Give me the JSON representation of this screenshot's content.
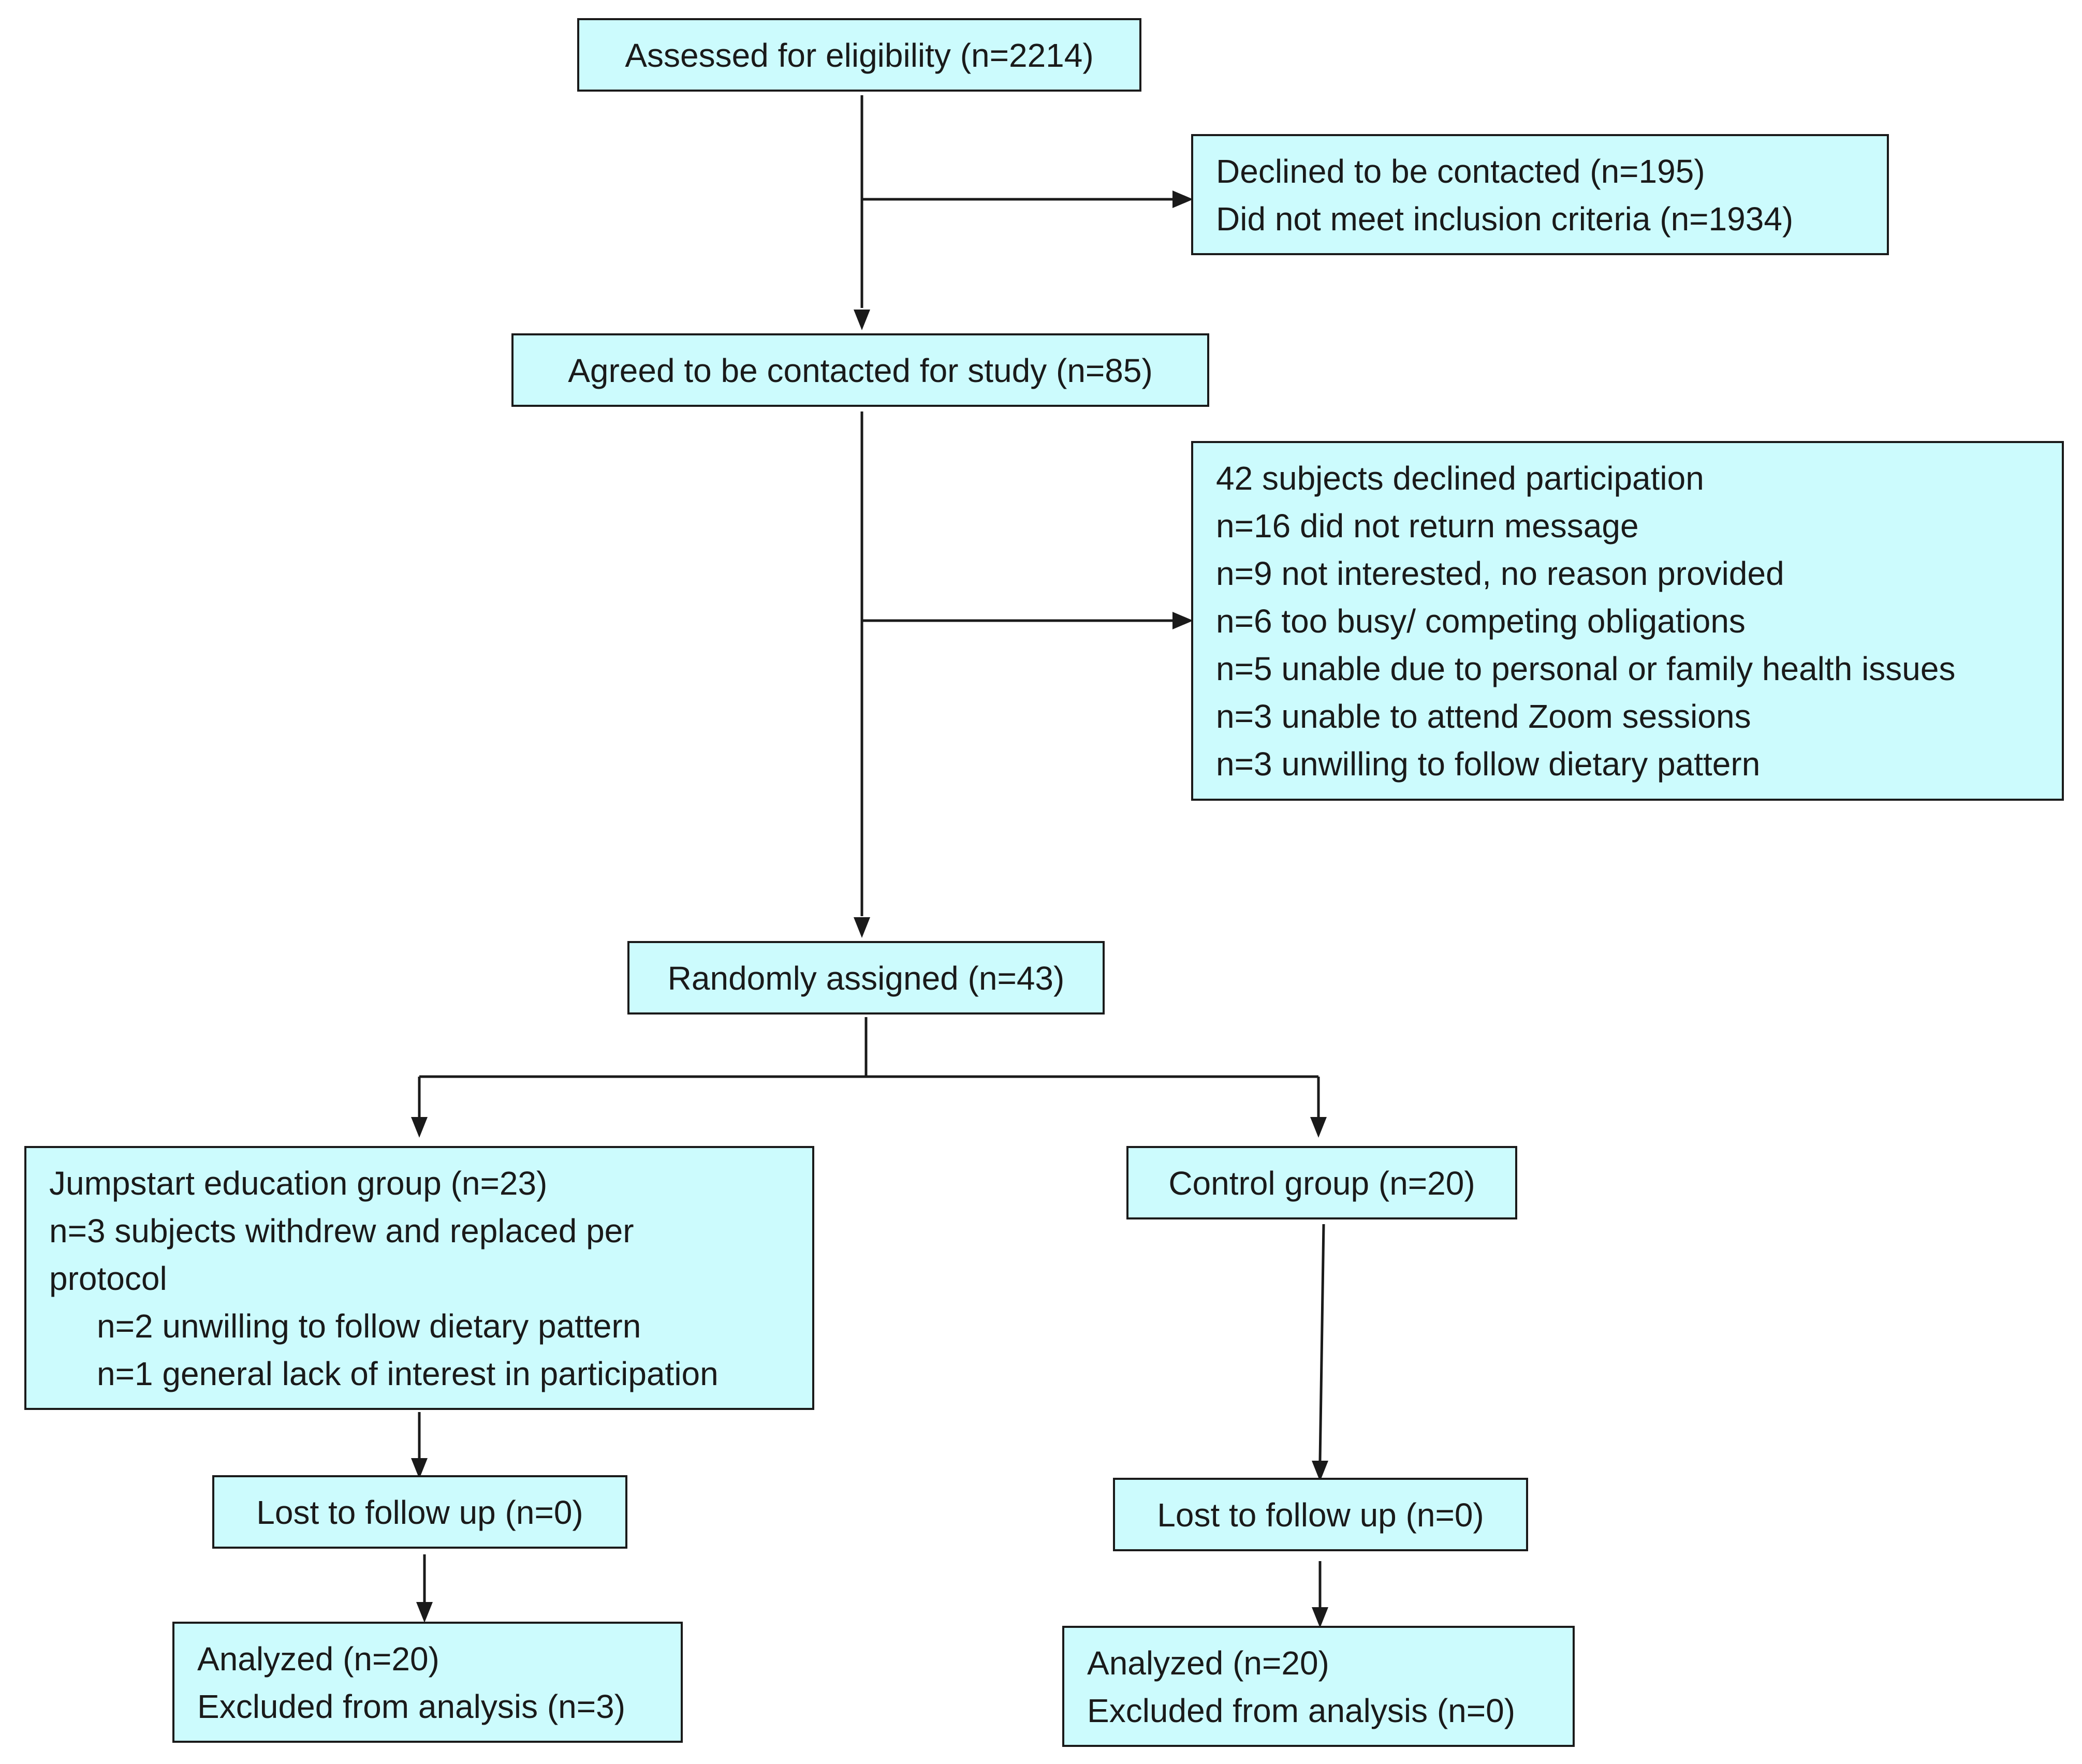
{
  "flowchart": {
    "assessed": "Assessed for eligibility (n=2214)",
    "excluded_initial": [
      "Declined to be contacted (n=195)",
      "Did not meet inclusion criteria (n=1934)"
    ],
    "agreed": "Agreed to be contacted for study (n=85)",
    "declined_participation": [
      "42 subjects declined participation",
      "n=16 did not return message",
      "n=9 not interested, no reason provided",
      "n=6 too busy/ competing obligations",
      "n=5 unable due to personal or family health issues",
      "n=3 unable to attend Zoom sessions",
      "n=3 unwilling to follow dietary pattern"
    ],
    "randomized": "Randomly assigned (n=43)",
    "jumpstart": {
      "lines": [
        "Jumpstart education group (n=23)",
        "n=3 subjects withdrew and replaced per",
        "protocol"
      ],
      "sub_lines": [
        "n=2 unwilling to follow dietary pattern",
        "n=1 general lack of interest in participation"
      ],
      "lost": "Lost to follow up (n=0)",
      "analyzed": [
        "Analyzed (n=20)",
        "Excluded from analysis (n=3)"
      ]
    },
    "control": {
      "title": "Control group (n=20)",
      "lost": "Lost to follow up (n=0)",
      "analyzed": [
        "Analyzed (n=20)",
        "Excluded from analysis (n=0)"
      ]
    }
  }
}
